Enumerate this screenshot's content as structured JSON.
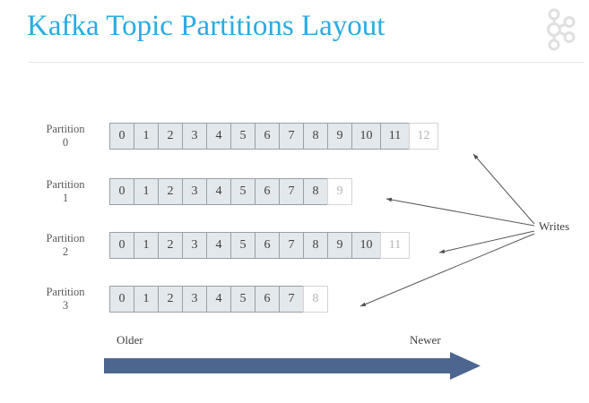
{
  "header": {
    "title": "Kafka Topic Partitions Layout",
    "logo_icon": "kafka-logo-icon",
    "title_color": "#29abe2",
    "divider_color": "#e9e9e9",
    "logo_color": "#e0e0e0"
  },
  "diagram": {
    "partitions": [
      {
        "label": "Partition",
        "number": "0",
        "filled": [
          "0",
          "1",
          "2",
          "3",
          "4",
          "5",
          "6",
          "7",
          "8",
          "9",
          "10",
          "11"
        ],
        "next_offset": "12"
      },
      {
        "label": "Partition",
        "number": "1",
        "filled": [
          "0",
          "1",
          "2",
          "3",
          "4",
          "5",
          "6",
          "7",
          "8"
        ],
        "next_offset": "9"
      },
      {
        "label": "Partition",
        "number": "2",
        "filled": [
          "0",
          "1",
          "2",
          "3",
          "4",
          "5",
          "6",
          "7",
          "8",
          "9",
          "10"
        ],
        "next_offset": "11"
      },
      {
        "label": "Partition",
        "number": "3",
        "filled": [
          "0",
          "1",
          "2",
          "3",
          "4",
          "5",
          "6",
          "7"
        ],
        "next_offset": "8"
      }
    ],
    "writes_label": "Writes",
    "older_label": "Older",
    "newer_label": "Newer",
    "cell_fill_color": "#e3e8ec",
    "cell_border_color": "#9a9fa6",
    "empty_cell_color": "#ffffff",
    "connector_color": "#595959",
    "time_arrow_color": "#4c6690"
  }
}
